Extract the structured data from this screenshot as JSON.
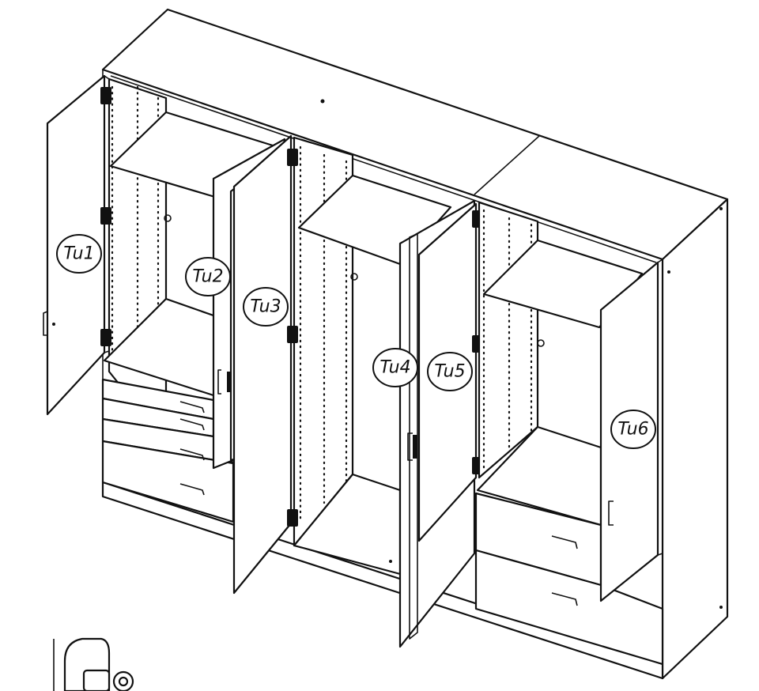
{
  "callouts": [
    {
      "id": "door-1",
      "label": "Tu1"
    },
    {
      "id": "door-2",
      "label": "Tu2"
    },
    {
      "id": "door-3",
      "label": "Tu3"
    },
    {
      "id": "door-4",
      "label": "Tu4"
    },
    {
      "id": "door-5",
      "label": "Tu5"
    },
    {
      "id": "door-6",
      "label": "Tu6"
    }
  ],
  "colors": {
    "line": "#111111",
    "background": "#ffffff"
  }
}
